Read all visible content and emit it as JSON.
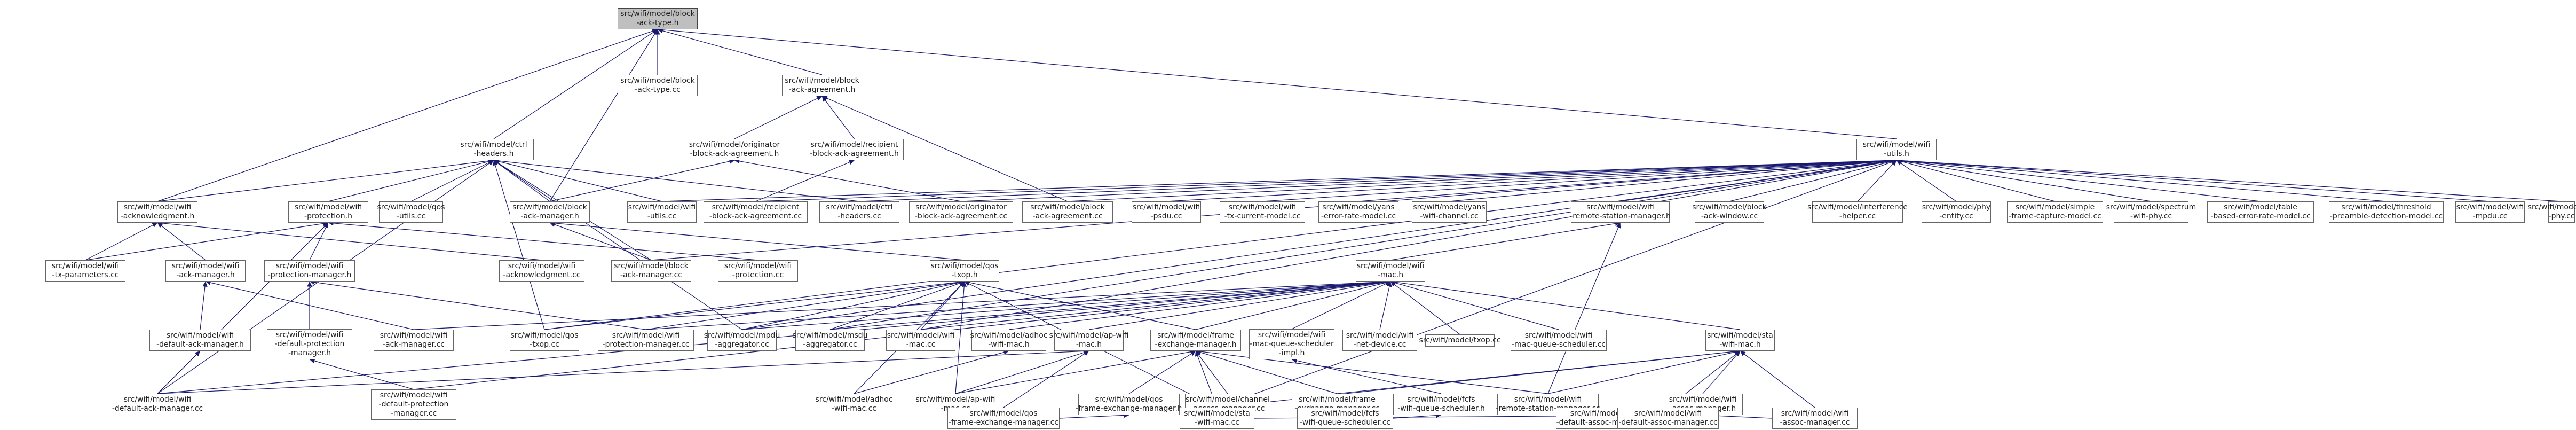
{
  "colors": {
    "node_fill": "#ffffff",
    "node_border": "#666666",
    "root_fill": "#bfbfbf",
    "edge": "#191970",
    "text": "#222222"
  },
  "nodes": [
    {
      "id": "block_ack_type_h",
      "root": true,
      "lines": [
        "src/wifi/model/block",
        "-ack-type.h"
      ]
    },
    {
      "id": "block_ack_type_cc",
      "lines": [
        "src/wifi/model/block",
        "-ack-type.cc"
      ]
    },
    {
      "id": "block_ack_agreement_h",
      "lines": [
        "src/wifi/model/block",
        "-ack-agreement.h"
      ]
    },
    {
      "id": "ctrl_headers_h",
      "lines": [
        "src/wifi/model/ctrl",
        "-headers.h"
      ]
    },
    {
      "id": "originator_bla_h",
      "lines": [
        "src/wifi/model/originator",
        "-block-ack-agreement.h"
      ]
    },
    {
      "id": "recipient_bla_h",
      "lines": [
        "src/wifi/model/recipient",
        "-block-ack-agreement.h"
      ]
    },
    {
      "id": "wifi_utils_h",
      "lines": [
        "src/wifi/model/wifi",
        "-utils.h"
      ]
    },
    {
      "id": "wifi_acknowledgment_h",
      "lines": [
        "src/wifi/model/wifi",
        "-acknowledgment.h"
      ]
    },
    {
      "id": "wifi_protection_h",
      "lines": [
        "src/wifi/model/wifi",
        "-protection.h"
      ]
    },
    {
      "id": "qos_utils_cc",
      "lines": [
        "src/wifi/model/qos",
        "-utils.cc"
      ]
    },
    {
      "id": "block_ack_manager_h",
      "lines": [
        "src/wifi/model/block",
        "-ack-manager.h"
      ]
    },
    {
      "id": "wifi_utils_cc",
      "lines": [
        "src/wifi/model/wifi",
        "-utils.cc"
      ]
    },
    {
      "id": "recipient_bla_cc",
      "lines": [
        "src/wifi/model/recipient",
        "-block-ack-agreement.cc"
      ]
    },
    {
      "id": "ctrl_headers_cc",
      "lines": [
        "src/wifi/model/ctrl",
        "-headers.cc"
      ]
    },
    {
      "id": "originator_bla_cc",
      "lines": [
        "src/wifi/model/originator",
        "-block-ack-agreement.cc"
      ]
    },
    {
      "id": "block_ack_agreement_cc",
      "lines": [
        "src/wifi/model/block",
        "-ack-agreement.cc"
      ]
    },
    {
      "id": "wifi_psdu_cc",
      "lines": [
        "src/wifi/model/wifi",
        "-psdu.cc"
      ]
    },
    {
      "id": "wifi_tx_current_model_cc",
      "lines": [
        "src/wifi/model/wifi",
        "-tx-current-model.cc"
      ]
    },
    {
      "id": "yans_error_rate_model_cc",
      "lines": [
        "src/wifi/model/yans",
        "-error-rate-model.cc"
      ]
    },
    {
      "id": "yans_wifi_channel_cc",
      "lines": [
        "src/wifi/model/yans",
        "-wifi-channel.cc"
      ]
    },
    {
      "id": "wifi_remote_station_manager_h",
      "lines": [
        "src/wifi/model/wifi",
        "-remote-station-manager.h"
      ]
    },
    {
      "id": "block_ack_window_cc",
      "lines": [
        "src/wifi/model/block",
        "-ack-window.cc"
      ]
    },
    {
      "id": "interference_helper_cc",
      "lines": [
        "src/wifi/model/interference",
        "-helper.cc"
      ]
    },
    {
      "id": "phy_entity_cc",
      "lines": [
        "src/wifi/model/phy",
        "-entity.cc"
      ]
    },
    {
      "id": "simple_frame_capture_model_cc",
      "lines": [
        "src/wifi/model/simple",
        "-frame-capture-model.cc"
      ]
    },
    {
      "id": "spectrum_wifi_phy_cc",
      "lines": [
        "src/wifi/model/spectrum",
        "-wifi-phy.cc"
      ]
    },
    {
      "id": "table_based_error_rate_model_cc",
      "lines": [
        "src/wifi/model/table",
        "-based-error-rate-model.cc"
      ]
    },
    {
      "id": "threshold_preamble_detection_model_cc",
      "lines": [
        "src/wifi/model/threshold",
        "-preamble-detection-model.cc"
      ]
    },
    {
      "id": "wifi_mpdu_cc",
      "lines": [
        "src/wifi/model/wifi",
        "-mpdu.cc"
      ]
    },
    {
      "id": "wifi_phy_cc",
      "lines": [
        "src/wifi/model/wifi",
        "-phy.cc"
      ]
    },
    {
      "id": "wifi_tx_parameters_cc",
      "lines": [
        "src/wifi/model/wifi",
        "-tx-parameters.cc"
      ]
    },
    {
      "id": "wifi_ack_manager_h",
      "lines": [
        "src/wifi/model/wifi",
        "-ack-manager.h"
      ]
    },
    {
      "id": "wifi_protection_manager_h",
      "lines": [
        "src/wifi/model/wifi",
        "-protection-manager.h"
      ]
    },
    {
      "id": "wifi_acknowledgment_cc",
      "lines": [
        "src/wifi/model/wifi",
        "-acknowledgment.cc"
      ]
    },
    {
      "id": "block_ack_manager_cc",
      "lines": [
        "src/wifi/model/block",
        "-ack-manager.cc"
      ]
    },
    {
      "id": "wifi_protection_cc",
      "lines": [
        "src/wifi/model/wifi",
        "-protection.cc"
      ]
    },
    {
      "id": "qos_txop_h",
      "lines": [
        "src/wifi/model/qos",
        "-txop.h"
      ]
    },
    {
      "id": "wifi_mac_h",
      "lines": [
        "src/wifi/model/wifi",
        "-mac.h"
      ]
    },
    {
      "id": "wifi_default_ack_manager_h",
      "lines": [
        "src/wifi/model/wifi",
        "-default-ack-manager.h"
      ]
    },
    {
      "id": "wifi_ack_manager_cc",
      "lines": [
        "src/wifi/model/wifi",
        "-ack-manager.cc"
      ]
    },
    {
      "id": "wifi_default_protection_manager_h",
      "lines": [
        "src/wifi/model/wifi",
        "-default-protection",
        "-manager.h"
      ]
    },
    {
      "id": "qos_txop_cc",
      "lines": [
        "src/wifi/model/qos",
        "-txop.cc"
      ]
    },
    {
      "id": "wifi_protection_manager_cc",
      "lines": [
        "src/wifi/model/wifi",
        "-protection-manager.cc"
      ]
    },
    {
      "id": "mpdu_aggregator_cc",
      "lines": [
        "src/wifi/model/mpdu",
        "-aggregator.cc"
      ]
    },
    {
      "id": "msdu_aggregator_cc",
      "lines": [
        "src/wifi/model/msdu",
        "-aggregator.cc"
      ]
    },
    {
      "id": "wifi_mac_cc",
      "lines": [
        "src/wifi/model/wifi",
        "-mac.cc"
      ]
    },
    {
      "id": "adhoc_wifi_mac_h",
      "lines": [
        "src/wifi/model/adhoc",
        "-wifi-mac.h"
      ]
    },
    {
      "id": "ap_wifi_mac_h",
      "lines": [
        "src/wifi/model/ap-wifi",
        "-mac.h"
      ]
    },
    {
      "id": "frame_exchange_manager_h",
      "lines": [
        "src/wifi/model/frame",
        "-exchange-manager.h"
      ]
    },
    {
      "id": "wifi_mac_queue_scheduler_impl_h",
      "lines": [
        "src/wifi/model/wifi",
        "-mac-queue-scheduler",
        "-impl.h"
      ]
    },
    {
      "id": "wifi_net_device_cc",
      "lines": [
        "src/wifi/model/wifi",
        "-net-device.cc"
      ]
    },
    {
      "id": "txop_cc",
      "lines": [
        "src/wifi/model/txop.cc"
      ]
    },
    {
      "id": "wifi_mac_queue_scheduler_cc",
      "lines": [
        "src/wifi/model/wifi",
        "-mac-queue-scheduler.cc"
      ]
    },
    {
      "id": "sta_wifi_mac_h",
      "lines": [
        "src/wifi/model/sta",
        "-wifi-mac.h"
      ]
    },
    {
      "id": "wifi_default_ack_manager_cc",
      "lines": [
        "src/wifi/model/wifi",
        "-default-ack-manager.cc"
      ]
    },
    {
      "id": "wifi_default_protection_manager_cc",
      "lines": [
        "src/wifi/model/wifi",
        "-default-protection",
        "-manager.cc"
      ]
    },
    {
      "id": "adhoc_wifi_mac_cc",
      "lines": [
        "src/wifi/model/adhoc",
        "-wifi-mac.cc"
      ]
    },
    {
      "id": "ap_wifi_mac_cc",
      "lines": [
        "src/wifi/model/ap-wifi",
        "-mac.cc"
      ]
    },
    {
      "id": "qos_frame_exchange_manager_h",
      "lines": [
        "src/wifi/model/qos",
        "-frame-exchange-manager.h"
      ]
    },
    {
      "id": "channel_access_manager_cc",
      "lines": [
        "src/wifi/model/channel",
        "-access-manager.cc"
      ]
    },
    {
      "id": "frame_exchange_manager_cc",
      "lines": [
        "src/wifi/model/frame",
        "-exchange-manager.cc"
      ]
    },
    {
      "id": "fcfs_wifi_queue_scheduler_h",
      "lines": [
        "src/wifi/model/fcfs",
        "-wifi-queue-scheduler.h"
      ]
    },
    {
      "id": "wifi_remote_station_manager_cc",
      "lines": [
        "src/wifi/model/wifi",
        "-remote-station-manager.cc"
      ]
    },
    {
      "id": "wifi_assoc_manager_h",
      "lines": [
        "src/wifi/model/wifi",
        "-assoc-manager.h"
      ]
    },
    {
      "id": "qos_frame_exchange_manager_cc",
      "lines": [
        "src/wifi/model/qos",
        "-frame-exchange-manager.cc"
      ]
    },
    {
      "id": "sta_wifi_mac_cc",
      "lines": [
        "src/wifi/model/sta",
        "-wifi-mac.cc"
      ]
    },
    {
      "id": "fcfs_wifi_queue_scheduler_cc",
      "lines": [
        "src/wifi/model/fcfs",
        "-wifi-queue-scheduler.cc"
      ]
    },
    {
      "id": "wifi_default_assoc_manager_h",
      "lines": [
        "src/wifi/model/wifi",
        "-default-assoc-manager.h"
      ]
    },
    {
      "id": "wifi_assoc_manager_cc",
      "lines": [
        "src/wifi/model/wifi",
        "-assoc-manager.cc"
      ]
    },
    {
      "id": "wifi_default_assoc_manager_cc",
      "lines": [
        "src/wifi/model/wifi",
        "-default-assoc-manager.cc"
      ]
    }
  ],
  "edges": [
    [
      "block_ack_type_h",
      "block_ack_type_cc"
    ],
    [
      "block_ack_type_h",
      "block_ack_agreement_h"
    ],
    [
      "block_ack_type_h",
      "ctrl_headers_h"
    ],
    [
      "block_ack_type_h",
      "wifi_utils_h"
    ],
    [
      "block_ack_type_h",
      "block_ack_manager_h"
    ],
    [
      "block_ack_type_h",
      "wifi_acknowledgment_h"
    ],
    [
      "block_ack_agreement_h",
      "originator_bla_h"
    ],
    [
      "block_ack_agreement_h",
      "recipient_bla_h"
    ],
    [
      "block_ack_agreement_h",
      "block_ack_agreement_cc"
    ],
    [
      "originator_bla_h",
      "block_ack_manager_h"
    ],
    [
      "originator_bla_h",
      "originator_bla_cc"
    ],
    [
      "recipient_bla_h",
      "recipient_bla_cc"
    ],
    [
      "ctrl_headers_h",
      "wifi_acknowledgment_h"
    ],
    [
      "ctrl_headers_h",
      "wifi_protection_h"
    ],
    [
      "ctrl_headers_h",
      "qos_utils_cc"
    ],
    [
      "ctrl_headers_h",
      "block_ack_manager_h"
    ],
    [
      "ctrl_headers_h",
      "wifi_utils_cc"
    ],
    [
      "ctrl_headers_h",
      "ctrl_headers_cc"
    ],
    [
      "ctrl_headers_h",
      "block_ack_manager_cc"
    ],
    [
      "ctrl_headers_h",
      "qos_txop_cc"
    ],
    [
      "ctrl_headers_h",
      "wifi_default_ack_manager_cc"
    ],
    [
      "ctrl_headers_h",
      "mpdu_aggregator_cc"
    ],
    [
      "wifi_utils_h",
      "wifi_utils_cc"
    ],
    [
      "wifi_utils_h",
      "recipient_bla_cc"
    ],
    [
      "wifi_utils_h",
      "ctrl_headers_cc"
    ],
    [
      "wifi_utils_h",
      "originator_bla_cc"
    ],
    [
      "wifi_utils_h",
      "block_ack_agreement_cc"
    ],
    [
      "wifi_utils_h",
      "wifi_psdu_cc"
    ],
    [
      "wifi_utils_h",
      "wifi_tx_current_model_cc"
    ],
    [
      "wifi_utils_h",
      "yans_error_rate_model_cc"
    ],
    [
      "wifi_utils_h",
      "yans_wifi_channel_cc"
    ],
    [
      "wifi_utils_h",
      "wifi_remote_station_manager_h"
    ],
    [
      "wifi_utils_h",
      "block_ack_window_cc"
    ],
    [
      "wifi_utils_h",
      "interference_helper_cc"
    ],
    [
      "wifi_utils_h",
      "phy_entity_cc"
    ],
    [
      "wifi_utils_h",
      "simple_frame_capture_model_cc"
    ],
    [
      "wifi_utils_h",
      "spectrum_wifi_phy_cc"
    ],
    [
      "wifi_utils_h",
      "table_based_error_rate_model_cc"
    ],
    [
      "wifi_utils_h",
      "threshold_preamble_detection_model_cc"
    ],
    [
      "wifi_utils_h",
      "wifi_mpdu_cc"
    ],
    [
      "wifi_utils_h",
      "wifi_phy_cc"
    ],
    [
      "wifi_utils_h",
      "block_ack_manager_cc"
    ],
    [
      "wifi_utils_h",
      "msdu_aggregator_cc"
    ],
    [
      "wifi_utils_h",
      "mpdu_aggregator_cc"
    ],
    [
      "wifi_utils_h",
      "wifi_mac_cc"
    ],
    [
      "wifi_utils_h",
      "sta_wifi_mac_cc"
    ],
    [
      "wifi_utils_h",
      "qos_txop_cc"
    ],
    [
      "wifi_acknowledgment_h",
      "wifi_tx_parameters_cc"
    ],
    [
      "wifi_acknowledgment_h",
      "wifi_ack_manager_h"
    ],
    [
      "wifi_acknowledgment_h",
      "wifi_acknowledgment_cc"
    ],
    [
      "wifi_protection_h",
      "wifi_tx_parameters_cc"
    ],
    [
      "wifi_protection_h",
      "wifi_protection_manager_h"
    ],
    [
      "wifi_protection_h",
      "wifi_protection_cc"
    ],
    [
      "wifi_protection_h",
      "wifi_default_ack_manager_cc"
    ],
    [
      "block_ack_manager_h",
      "block_ack_manager_cc"
    ],
    [
      "block_ack_manager_h",
      "qos_txop_h"
    ],
    [
      "wifi_ack_manager_h",
      "wifi_default_ack_manager_h"
    ],
    [
      "wifi_ack_manager_h",
      "wifi_ack_manager_cc"
    ],
    [
      "wifi_default_ack_manager_h",
      "wifi_default_ack_manager_cc"
    ],
    [
      "wifi_protection_manager_h",
      "wifi_default_protection_manager_h"
    ],
    [
      "wifi_protection_manager_h",
      "wifi_protection_manager_cc"
    ],
    [
      "wifi_default_protection_manager_h",
      "wifi_default_protection_manager_cc"
    ],
    [
      "wifi_remote_station_manager_h",
      "wifi_mac_h"
    ],
    [
      "wifi_remote_station_manager_h",
      "wifi_remote_station_manager_cc"
    ],
    [
      "qos_txop_h",
      "qos_txop_cc"
    ],
    [
      "qos_txop_h",
      "wifi_protection_manager_cc"
    ],
    [
      "qos_txop_h",
      "mpdu_aggregator_cc"
    ],
    [
      "qos_txop_h",
      "msdu_aggregator_cc"
    ],
    [
      "qos_txop_h",
      "wifi_mac_cc"
    ],
    [
      "qos_txop_h",
      "adhoc_wifi_mac_cc"
    ],
    [
      "qos_txop_h",
      "ap_wifi_mac_cc"
    ],
    [
      "qos_txop_h",
      "frame_exchange_manager_h"
    ],
    [
      "qos_txop_h",
      "sta_wifi_mac_cc"
    ],
    [
      "wifi_mac_h",
      "wifi_ack_manager_cc"
    ],
    [
      "wifi_mac_h",
      "wifi_protection_manager_cc"
    ],
    [
      "wifi_mac_h",
      "mpdu_aggregator_cc"
    ],
    [
      "wifi_mac_h",
      "msdu_aggregator_cc"
    ],
    [
      "wifi_mac_h",
      "wifi_mac_cc"
    ],
    [
      "wifi_mac_h",
      "adhoc_wifi_mac_h"
    ],
    [
      "wifi_mac_h",
      "ap_wifi_mac_h"
    ],
    [
      "wifi_mac_h",
      "frame_exchange_manager_h"
    ],
    [
      "wifi_mac_h",
      "wifi_mac_queue_scheduler_impl_h"
    ],
    [
      "wifi_mac_h",
      "wifi_net_device_cc"
    ],
    [
      "wifi_mac_h",
      "txop_cc"
    ],
    [
      "wifi_mac_h",
      "wifi_mac_queue_scheduler_cc"
    ],
    [
      "wifi_mac_h",
      "sta_wifi_mac_h"
    ],
    [
      "wifi_mac_h",
      "wifi_default_ack_manager_cc"
    ],
    [
      "wifi_mac_h",
      "wifi_default_protection_manager_cc"
    ],
    [
      "adhoc_wifi_mac_h",
      "adhoc_wifi_mac_cc"
    ],
    [
      "ap_wifi_mac_h",
      "ap_wifi_mac_cc"
    ],
    [
      "ap_wifi_mac_h",
      "qos_frame_exchange_manager_cc"
    ],
    [
      "ap_wifi_mac_h",
      "wifi_default_ack_manager_cc"
    ],
    [
      "frame_exchange_manager_h",
      "qos_frame_exchange_manager_h"
    ],
    [
      "frame_exchange_manager_h",
      "channel_access_manager_cc"
    ],
    [
      "frame_exchange_manager_h",
      "frame_exchange_manager_cc"
    ],
    [
      "frame_exchange_manager_h",
      "wifi_remote_station_manager_cc"
    ],
    [
      "frame_exchange_manager_h",
      "ap_wifi_mac_cc"
    ],
    [
      "frame_exchange_manager_h",
      "sta_wifi_mac_cc"
    ],
    [
      "qos_frame_exchange_manager_h",
      "qos_frame_exchange_manager_cc"
    ],
    [
      "wifi_mac_queue_scheduler_impl_h",
      "fcfs_wifi_queue_scheduler_h"
    ],
    [
      "fcfs_wifi_queue_scheduler_h",
      "fcfs_wifi_queue_scheduler_cc"
    ],
    [
      "sta_wifi_mac_h",
      "wifi_assoc_manager_h"
    ],
    [
      "sta_wifi_mac_h",
      "sta_wifi_mac_cc"
    ],
    [
      "sta_wifi_mac_h",
      "wifi_remote_station_manager_cc"
    ],
    [
      "sta_wifi_mac_h",
      "wifi_assoc_manager_cc"
    ],
    [
      "sta_wifi_mac_h",
      "wifi_default_assoc_manager_cc"
    ],
    [
      "sta_wifi_mac_h",
      "frame_exchange_manager_cc"
    ],
    [
      "wifi_assoc_manager_h",
      "wifi_default_assoc_manager_h"
    ],
    [
      "wifi_assoc_manager_h",
      "wifi_assoc_manager_cc"
    ],
    [
      "wifi_assoc_manager_h",
      "sta_wifi_mac_cc"
    ],
    [
      "wifi_default_assoc_manager_h",
      "wifi_default_assoc_manager_cc"
    ]
  ]
}
